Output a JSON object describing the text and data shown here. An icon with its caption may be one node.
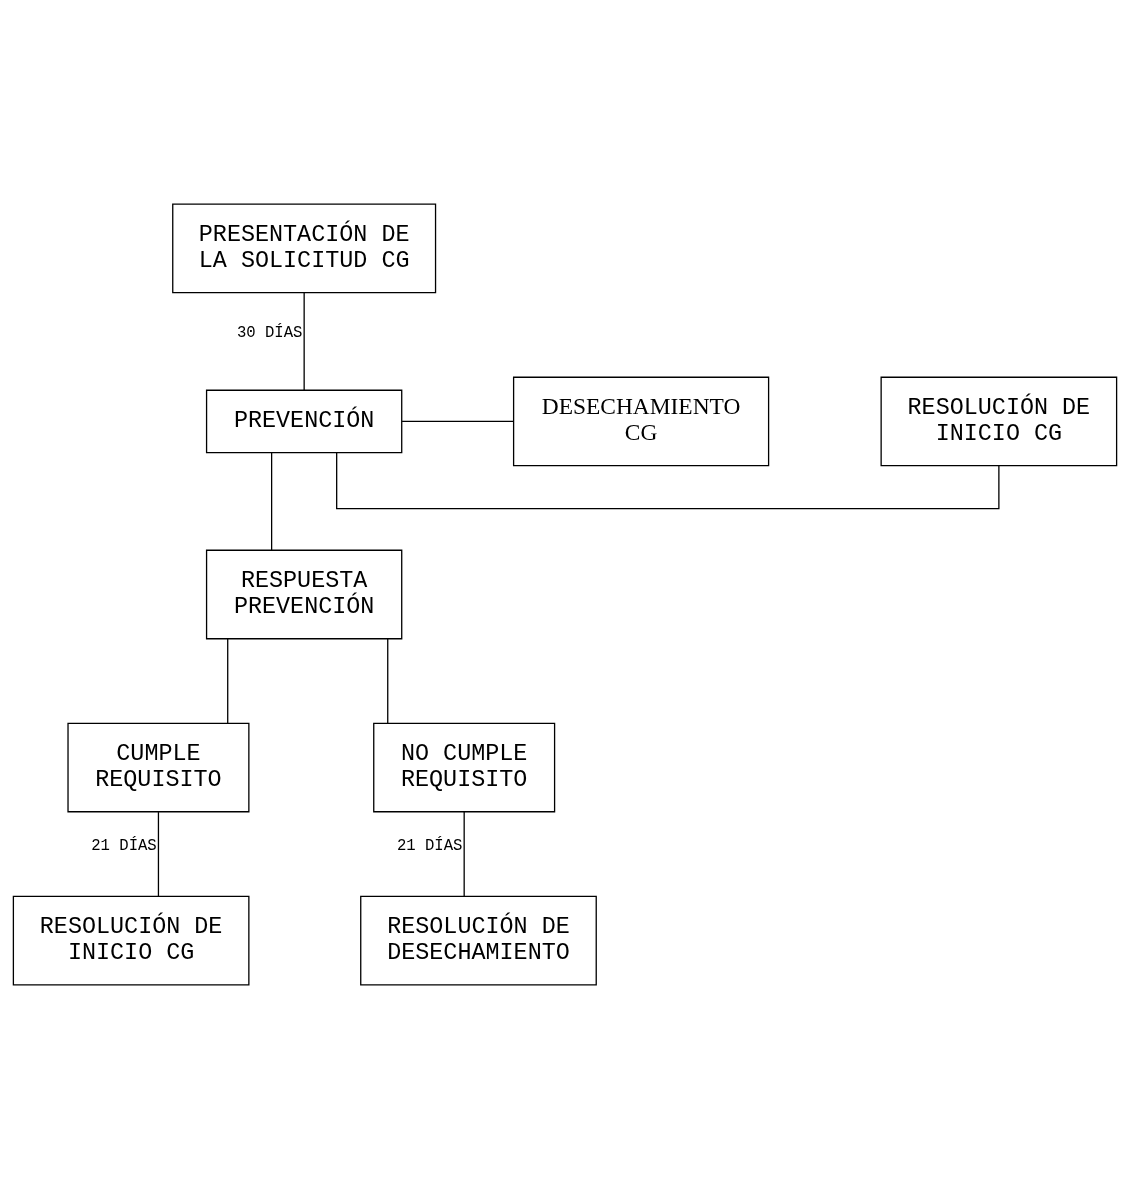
{
  "diagram": {
    "nodes": [
      {
        "text": [
          "PRESENTACIÓN DE LA SOLICITUD CG"
        ]
      },
      {
        "text": [
          "RESOLUCIÓN DE INICIO CG"
        ]
      },
      {
        "text": [
          "PREVENCIÓN"
        ]
      },
      {
        "text": [
          "DESECHAMIENTO CG"
        ]
      },
      {
        "text": [
          "RESPUESTA PREVENCIÓN"
        ]
      },
      {
        "text": [
          "CUMPLE REQUISITO"
        ]
      },
      {
        "text": [
          "NO CUMPLE REQUISITO"
        ]
      },
      {
        "text": [
          "RESOLUCIÓN DE INICIO CG"
        ]
      },
      {
        "text": [
          "RESOLUCIÓN DE DESECHAMIENTO"
        ]
      }
    ],
    "edges": [
      {
        "from": 0,
        "to": 2,
        "arrow": "none",
        "label": "30 DÍAS"
      },
      {
        "from": 2,
        "to": 1,
        "arrow": "none"
      },
      {
        "from": 2,
        "to": 3,
        "arrow": "none"
      },
      {
        "from": 2,
        "to": 4,
        "arrow": "none"
      },
      {
        "from": 4,
        "to": 5,
        "arrow": "none"
      },
      {
        "from": 4,
        "to": 6,
        "arrow": "none"
      },
      {
        "from": 5,
        "to": 7,
        "arrow": "none",
        "label": "21 DÍAS"
      },
      {
        "from": 6,
        "to": 8,
        "arrow": "none",
        "label": "21 DÍAS"
      }
    ]
  }
}
